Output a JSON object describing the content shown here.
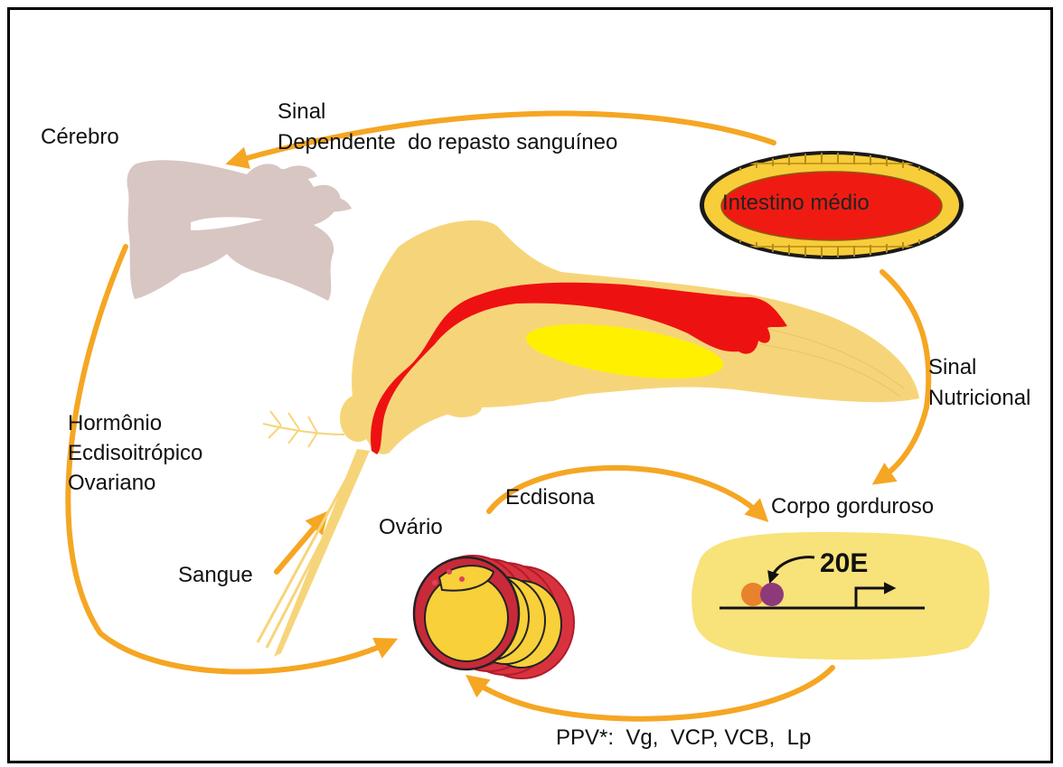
{
  "labels": {
    "brain": "Cérebro",
    "top_signal_line1": "Sinal",
    "top_signal_line2": "Dependente  do repasto sanguíneo",
    "midgut": "Intestino médio",
    "nutritional_signal_line1": "Sinal",
    "nutritional_signal_line2": "Nutricional",
    "hormone_line1": "Hormônio",
    "hormone_line2": "Ecdisoitrópico",
    "hormone_line3": "Ovariano",
    "ecdysone": "Ecdisona",
    "ovary": "Ovário",
    "fat_body": "Corpo gorduroso",
    "blood": "Sangue",
    "ecdysone_20e": "20E",
    "yolk_proteins": "PPV*:  Vg,  VCP, VCB,  Lp"
  },
  "colors": {
    "arrow": "#f5a623",
    "mosquito_body": "#f6d57a",
    "gut": "#ee1111",
    "brain": "#d8c6c3",
    "fat_body_fill": "#f8e27a",
    "ovary_red": "#c82a3a"
  },
  "icons": {
    "brain": "brain-shape",
    "mosquito": "mosquito-silhouette",
    "midgut": "midgut-epithelium-oval",
    "ovary": "ovary-follicles",
    "fat_body": "fat-body-gene-activation",
    "arrows": "curved-flow-arrow"
  }
}
